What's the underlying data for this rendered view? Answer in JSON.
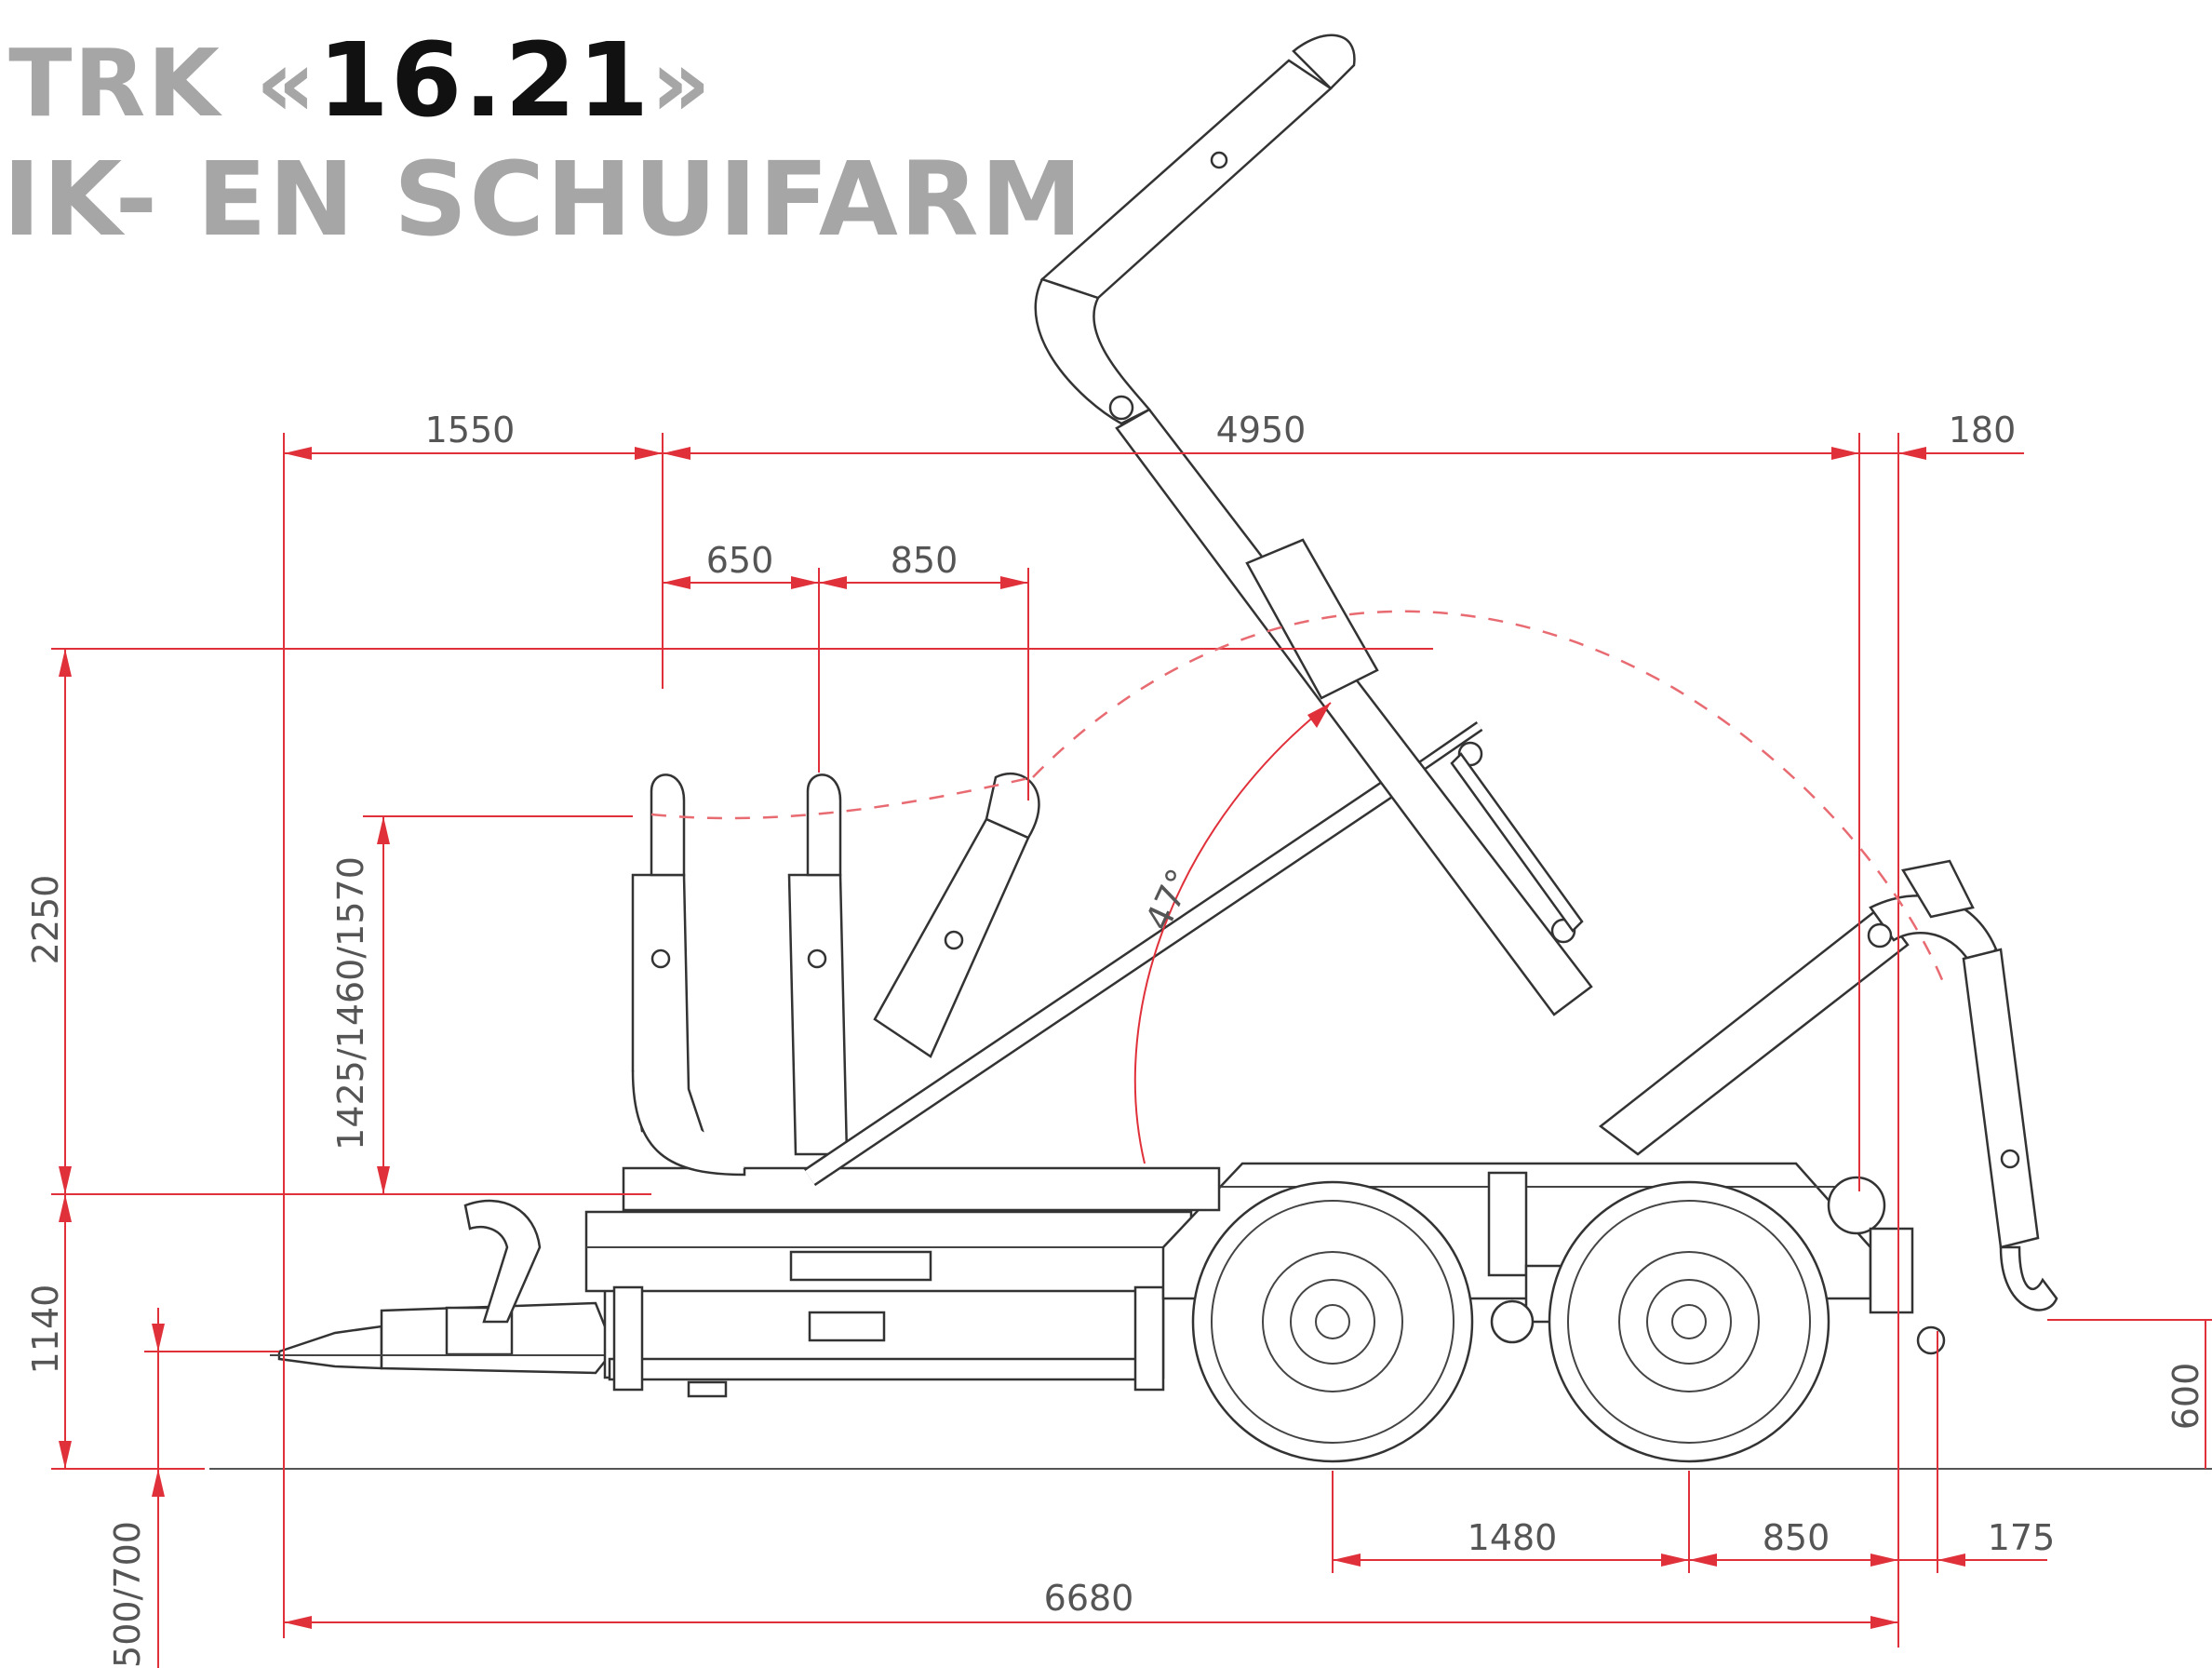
{
  "title": {
    "line1_prefix": "ITRK «",
    "model": "16.21",
    "line1_suffix": "»",
    "line2": "IIK- EN SCHUIFARM"
  },
  "dimensions": {
    "d1550": "1550",
    "d4950": "4950",
    "d180": "180",
    "d650": "650",
    "d850_top": "850",
    "d2250": "2250",
    "d1425": "1425/1460/1570",
    "angle": "47°",
    "d1140": "1140",
    "d600": "600",
    "d500_700": "500/700",
    "d1480": "1480",
    "d850_bottom": "850",
    "d175": "175",
    "d6680": "6680"
  },
  "colors": {
    "dimension_lines": "#e0303a",
    "title_gray": "#a6a6a6",
    "title_model": "#111111",
    "drawing": "#333333"
  }
}
